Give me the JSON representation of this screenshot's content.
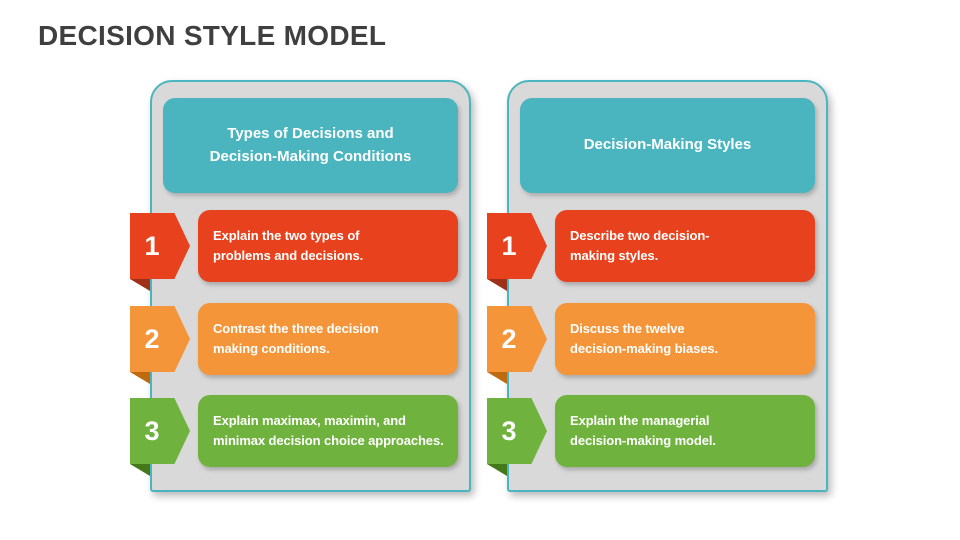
{
  "title": "DECISION STYLE MODEL",
  "colors": {
    "background": "#FFFFFF",
    "title_text": "#3F3F3F",
    "panel_fill": "#D9D9D9",
    "panel_border": "#4BB5BF",
    "header_fill": "#4BB5BF",
    "item_text": "#FFFFFF",
    "red": "#E7421D",
    "orange": "#F4953A",
    "green": "#6FB33E"
  },
  "panels": [
    {
      "header": "Types of Decisions and\nDecision-Making Conditions",
      "items": [
        {
          "number": "1",
          "text": "Explain the two types of\nproblems and decisions.",
          "color": "#E7421D",
          "fold_color": "#A03119"
        },
        {
          "number": "2",
          "text": "Contrast the three decision\nmaking conditions.",
          "color": "#F4953A",
          "fold_color": "#C06A10"
        },
        {
          "number": "3",
          "text": "Explain maximax, maximin, and\nminimax decision choice approaches.",
          "color": "#6FB33E",
          "fold_color": "#44791A"
        }
      ]
    },
    {
      "header": "Decision-Making Styles",
      "items": [
        {
          "number": "1",
          "text": "Describe two decision-\nmaking styles.",
          "color": "#E7421D",
          "fold_color": "#A03119"
        },
        {
          "number": "2",
          "text": "Discuss the twelve\ndecision-making biases.",
          "color": "#F4953A",
          "fold_color": "#C06A10"
        },
        {
          "number": "3",
          "text": "Explain the managerial\ndecision-making model.",
          "color": "#6FB33E",
          "fold_color": "#44791A"
        }
      ]
    }
  ]
}
